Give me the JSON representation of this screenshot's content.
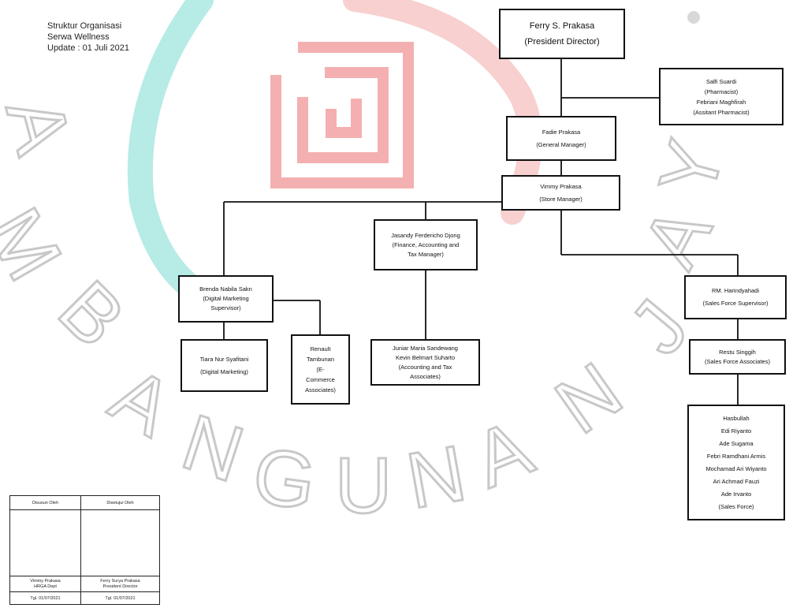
{
  "header": {
    "line1": "Struktur Organisasi",
    "line2": "Serwa Wellness",
    "line3": "Update : 01 Juli 2021"
  },
  "nodes": {
    "president": {
      "name": "Ferry S. Prakasa",
      "role": "(President Director)"
    },
    "pharmacist": {
      "line1": "Salfi Suardi",
      "line2": "(Pharmacist)",
      "line3": "Febriani Maghfirah",
      "line4": "(Assitant Pharmacist)"
    },
    "general_manager": {
      "name": "Fadie Prakasa",
      "role": "(General Manager)"
    },
    "store_manager": {
      "name": "Vimmy Prakasa",
      "role": "(Store Manager)"
    },
    "finance_manager": {
      "name": "Jasandy Ferdericho Djong",
      "role1": "(Finance, Accounting and",
      "role2": "Tax Manager)"
    },
    "digital_marketing_supervisor": {
      "name": "Brenda Nabila Sakn",
      "role1": "(Digital Marketing",
      "role2": "Supervisor)"
    },
    "digital_marketing": {
      "name": "Tiara Nur Syafitani",
      "role": "(Digital Marketing)"
    },
    "ecommerce": {
      "line1": "Renault",
      "line2": "Tambunan",
      "line3": "(E-",
      "line4": "Commerce",
      "line5": "Associates)"
    },
    "accounting": {
      "line1": "Juniar Maria Sandewang",
      "line2": "Kevin Belmart Suharto",
      "line3": "(Accounting and Tax",
      "line4": "Associates)"
    },
    "sales_supervisor": {
      "name": "RM. Harindyahadi",
      "role": "(Sales Force Supervisor)"
    },
    "sales_associates": {
      "name": "Restu Singgih",
      "role": "(Sales Force Associates)"
    },
    "sales_force": {
      "members": [
        "Hasbullah",
        "Edi Riyanto",
        "Ade Sugama",
        "Febri Ramdhani Armis",
        "Mochamad Ari Wiyanto",
        "Ari Achmad Fauzi",
        "Ade Irvanto"
      ],
      "role": "(Sales Force)"
    }
  },
  "signature": {
    "col1": {
      "header": "Disusun Oleh",
      "name": "Vimmy Prakasa",
      "title": "HRGA Dept",
      "date": "Tgl. 01/07/2021"
    },
    "col2": {
      "header": "Disetujui Oleh",
      "name": "Ferry Surya Prakasa",
      "title": "President Director",
      "date": "Tgl. 01/07/2021"
    }
  },
  "watermark": {
    "letters": [
      "A",
      "M",
      "B",
      "A",
      "N",
      "G",
      "U",
      "N",
      "A",
      "N",
      "J",
      "A",
      "Y"
    ],
    "colors": {
      "teal": "#7fd6cf",
      "pink": "#f4a9a9",
      "gray": "#b8b8b8"
    }
  }
}
